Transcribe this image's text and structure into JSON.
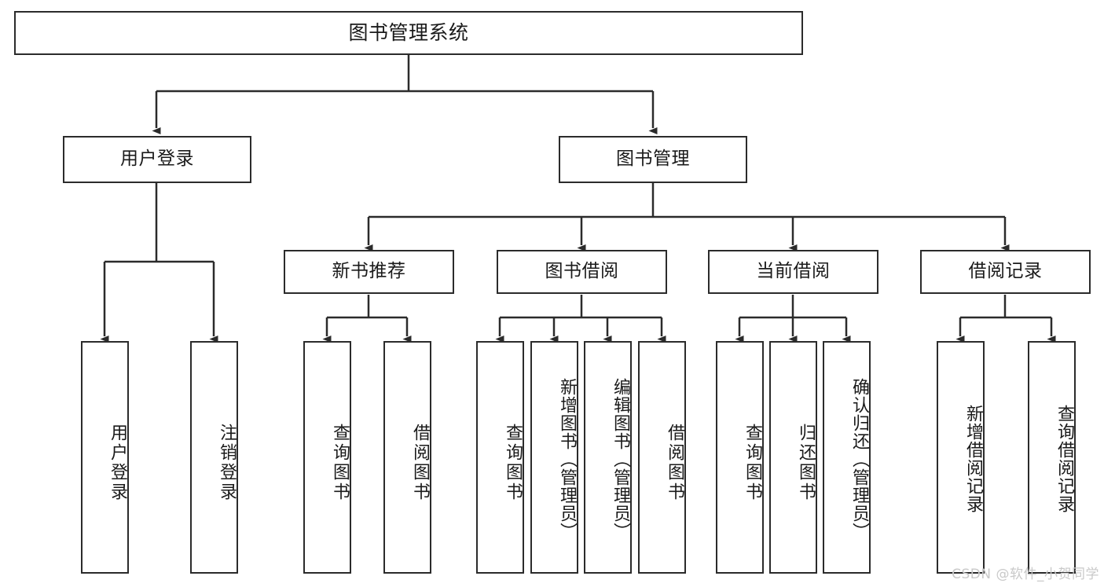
{
  "diagram": {
    "title_node": {
      "label": "图书管理系统"
    },
    "level1": [
      {
        "label": "用户登录"
      },
      {
        "label": "图书管理"
      }
    ],
    "level2": [
      {
        "label": "新书推荐"
      },
      {
        "label": "图书借阅"
      },
      {
        "label": "当前借阅"
      },
      {
        "label": "借阅记录"
      }
    ],
    "leaves": {
      "user_login": [
        {
          "label": "用户登录"
        },
        {
          "label": "注销登录"
        }
      ],
      "new_book_recommend": [
        {
          "label": "查询图书"
        },
        {
          "label": "借阅图书"
        }
      ],
      "book_borrow": [
        {
          "label": "查询图书"
        },
        {
          "label": "新增图书（管理员）"
        },
        {
          "label": "编辑图书（管理员）"
        },
        {
          "label": "借阅图书"
        }
      ],
      "current_borrow": [
        {
          "label": "查询图书"
        },
        {
          "label": "归还图书"
        },
        {
          "label": "确认归还（管理员）"
        }
      ],
      "borrow_record": [
        {
          "label": "新增借阅记录"
        },
        {
          "label": "查询借阅记录"
        }
      ]
    }
  },
  "watermark": {
    "text": "CSDN @软件_小贺同学"
  },
  "colors": {
    "stroke": "#2b2b2b",
    "background": "#ffffff",
    "text": "#1a1a1a",
    "watermark": "#c9c9c9"
  }
}
